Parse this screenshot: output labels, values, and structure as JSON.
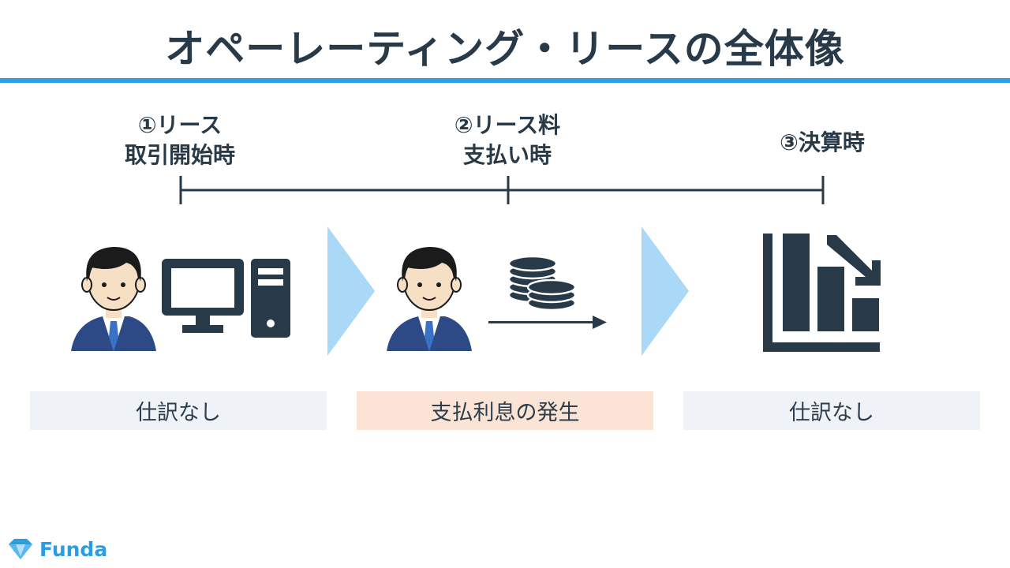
{
  "title": "オペーレーティング・リースの全体像",
  "steps": [
    {
      "line1": "①リース",
      "line2": "取引開始時"
    },
    {
      "line1": "②リース料",
      "line2": "支払い時"
    },
    {
      "line1": "③決算時",
      "line2": ""
    }
  ],
  "notes": [
    {
      "text": "仕訳なし"
    },
    {
      "text": "支払利息の発生"
    },
    {
      "text": "仕訳なし"
    }
  ],
  "logo": {
    "text": "Funda"
  },
  "colors": {
    "accent": "#2e9fe0",
    "dark": "#283a48",
    "arrow": "#a9d9f7",
    "note_grey": "#eff3f7",
    "note_peach": "#fbe3d5"
  }
}
